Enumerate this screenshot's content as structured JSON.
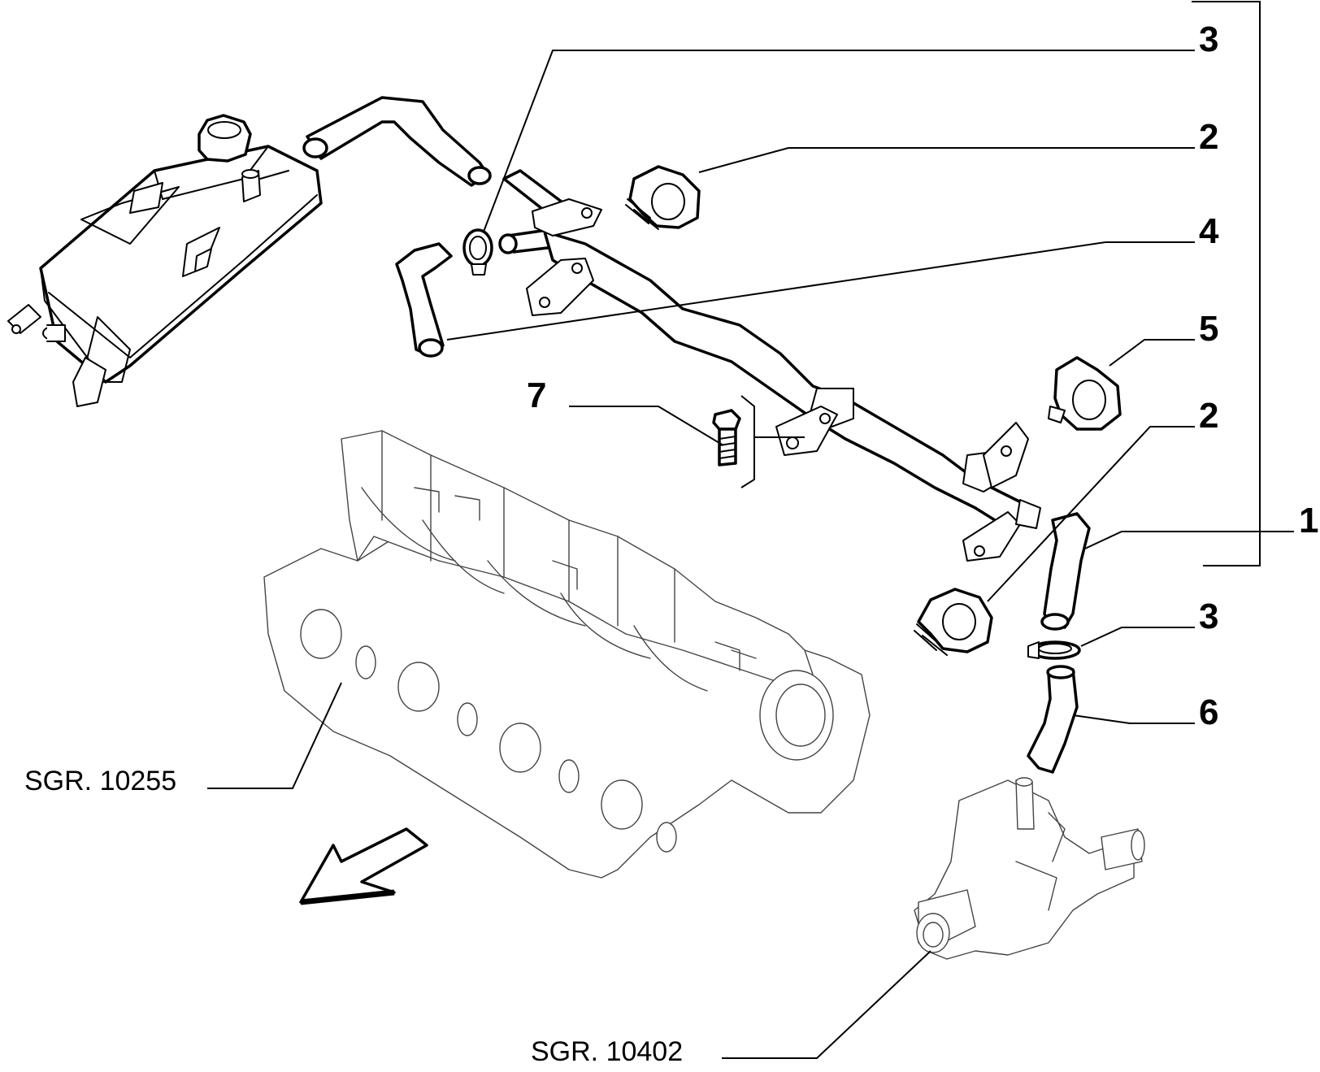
{
  "callouts": {
    "c3_top": "3",
    "c2_top": "2",
    "c4": "4",
    "c5": "5",
    "c7": "7",
    "c2_mid": "2",
    "c1": "1",
    "c3_low": "3",
    "c6": "6"
  },
  "references": {
    "manifold": "SGR. 10255",
    "thermostat": "SGR. 10402"
  }
}
